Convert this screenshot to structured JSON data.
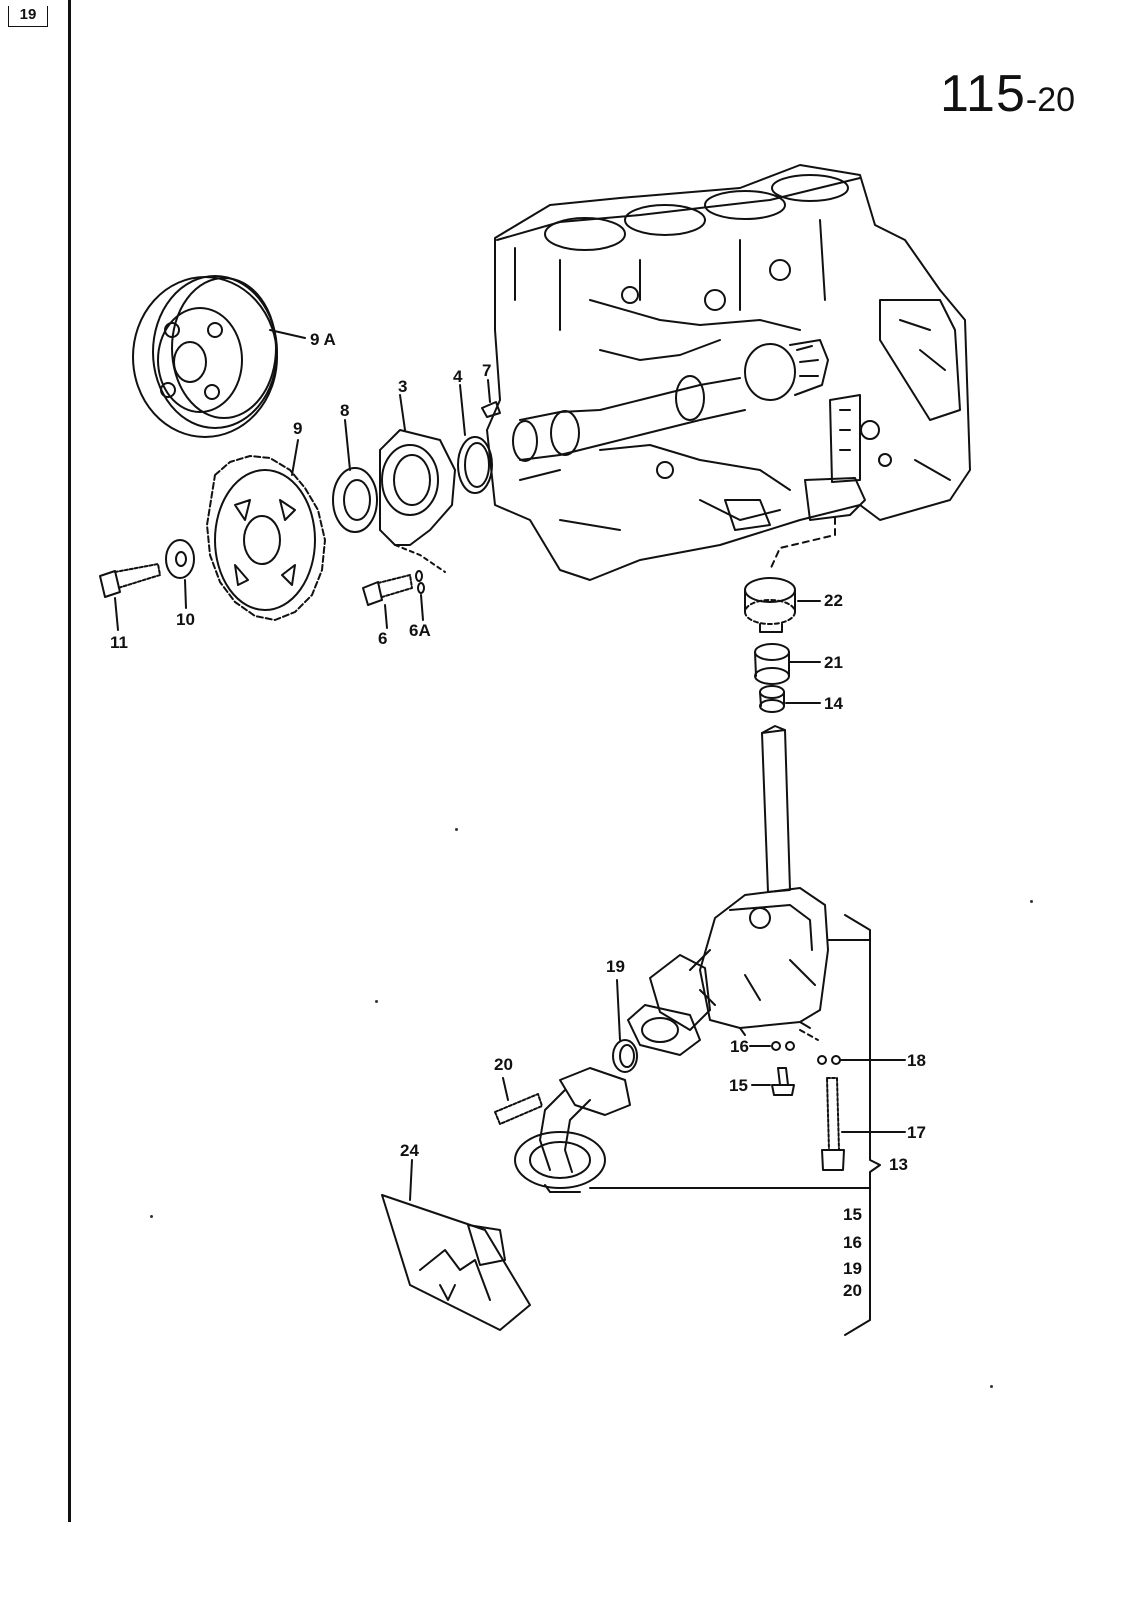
{
  "header": {
    "corner_tag": "19",
    "page_number": "115",
    "page_suffix": "-20"
  },
  "part_labels": {
    "p9a": "9 A",
    "p3": "3",
    "p4": "4",
    "p7": "7",
    "p8": "8",
    "p9": "9",
    "p10": "10",
    "p11": "11",
    "p6": "6",
    "p6a": "6A",
    "p22": "22",
    "p21": "21",
    "p14": "14",
    "p19": "19",
    "p20": "20",
    "p16": "16",
    "p18": "18",
    "p15": "15",
    "p17": "17",
    "p13": "13",
    "p24": "24"
  },
  "kit_list": [
    "15",
    "16",
    "19",
    "20"
  ],
  "colors": {
    "ink": "#111111",
    "paper": "#ffffff"
  }
}
